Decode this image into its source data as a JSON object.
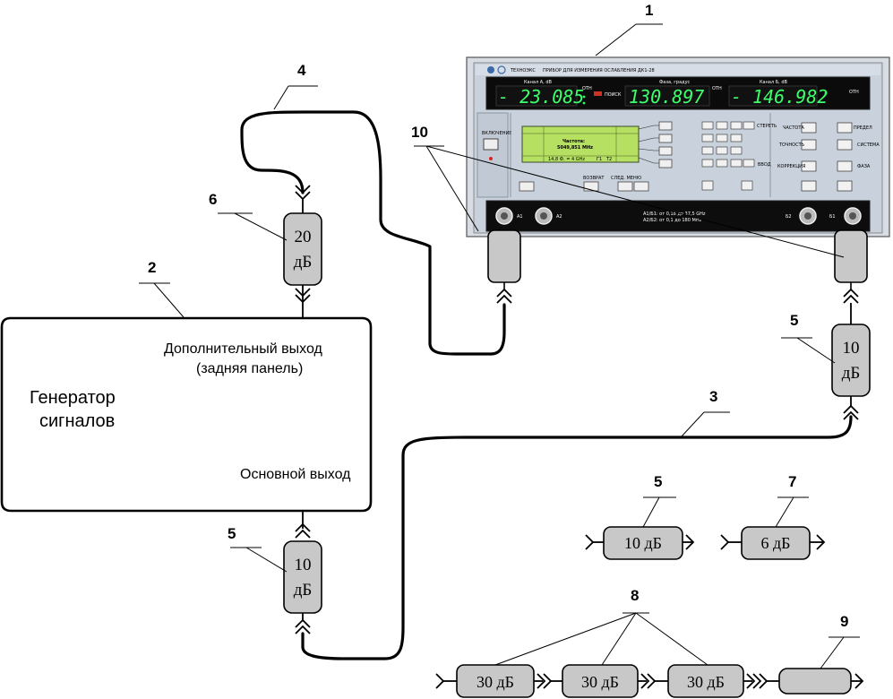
{
  "callouts": {
    "n1": "1",
    "n2": "2",
    "n3": "3",
    "n4": "4",
    "n5a": "5",
    "n5b": "5",
    "n5c": "5",
    "n6": "6",
    "n7": "7",
    "n8": "8",
    "n9": "9",
    "n10": "10"
  },
  "generator": {
    "title_line1": "Генератор",
    "title_line2": "сигналов",
    "aux_out_line1": "Дополнительный выход",
    "aux_out_line2": "(задняя панель)",
    "main_out": "Основной выход"
  },
  "attenuators": {
    "a20_v_line1": "20",
    "a20_v_line2": "дБ",
    "a10_right_line1": "10",
    "a10_right_line2": "дБ",
    "a10_left_line1": "10",
    "a10_left_line2": "дБ",
    "a10_h": "10 дБ",
    "a6_h": "6 дБ",
    "a30_1": "30 дБ",
    "a30_2": "30 дБ",
    "a30_3": "30 дБ"
  },
  "instrument": {
    "brand": "ТЕХНОЭКС",
    "model_title": "ПРИБОР ДЛЯ ИЗМЕРЕНИЯ ОСЛАБЛЕНИЯ ДК1-28",
    "ch_a_label": "Канал А, dB",
    "phase_label": "Фаза, градус",
    "ch_b_label": "Канал Б, dB",
    "ch_a_value": "- 23.085",
    "phase_value": "130.897",
    "ch_b_value": "- 146.982",
    "search_label": "ПОИСК",
    "otn_label": "ОТН",
    "power_label": "ВКЛЮЧЕНИЕ",
    "lcd_freq_label": "Частота:",
    "lcd_freq_value": "5049,851 MHz",
    "lcd_range": "14,8 Ф. = 4 GHz",
    "lcd_t1": "Г1",
    "lcd_t2": "Т2",
    "range_line1": "А1/Б1: от 0,18 до 37,5 GHz",
    "range_line2": "А2/Б2: от 0,1 до 180 MHz",
    "port_a1": "A1",
    "port_a2": "A2",
    "port_b2": "Б2",
    "port_b1": "Б1",
    "btn_freq": "ЧАСТОТА",
    "btn_accuracy": "ТОЧНОСТЬ",
    "btn_correction": "КОРРЕКЦИЯ",
    "btn_limits": "ПРЕДЕЛ",
    "btn_system": "СИСТЕМА",
    "btn_phase": "ФАЗА",
    "btn_clear": "СТЕРЕТЬ",
    "btn_enter": "ВВОД",
    "btn_return": "ВОЗВРАТ",
    "btn_menu": "СЛЕД. МЕНЮ"
  }
}
